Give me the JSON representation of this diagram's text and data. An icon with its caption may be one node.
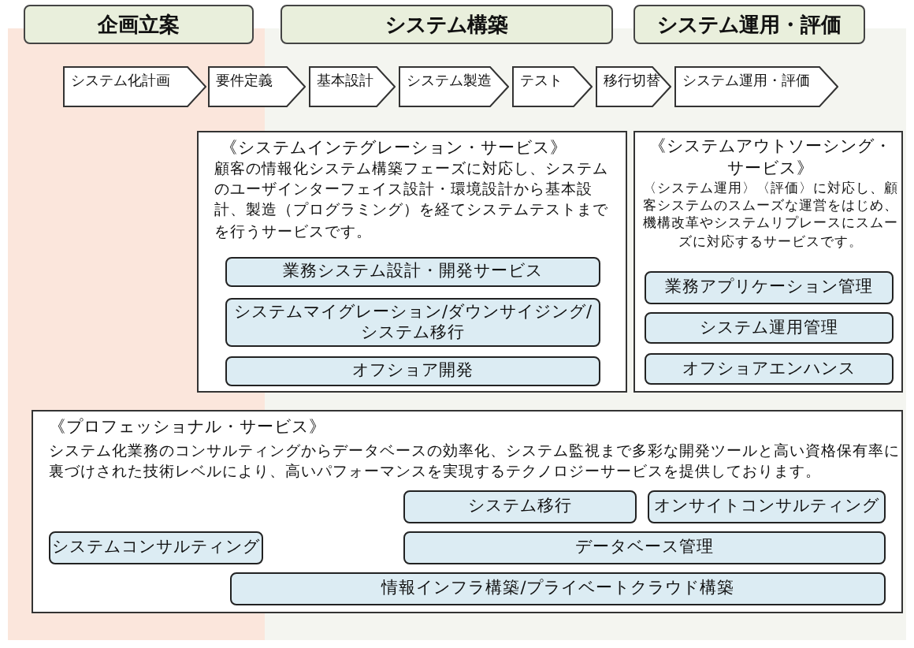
{
  "diagram": {
    "nodes": [
      {
        "text": [
          "企画立案"
        ]
      },
      {
        "text": [
          "システム構築"
        ]
      },
      {
        "text": [
          "システム運用・評価"
        ]
      },
      {
        "text": [
          "システム化計画"
        ]
      },
      {
        "text": [
          "要件定義"
        ]
      },
      {
        "text": [
          "基本設計"
        ]
      },
      {
        "text": [
          "システム製造"
        ]
      },
      {
        "text": [
          "テスト"
        ]
      },
      {
        "text": [
          "移行切替"
        ]
      },
      {
        "text": [
          "システム運用・評価"
        ]
      },
      {
        "text": [
          "《システムインテグレーション・サービス》",
          "顧客の情報化システム構築フェーズに対応し、システムのユーザインターフェイス設計・環境設計から基本設計、製造（プログラミング）を経てシステムテストまでを行うサービスです。"
        ]
      },
      {
        "text": [
          "業務システム設計・開発サービス"
        ],
        "in": 10
      },
      {
        "text": [
          "システムマイグレーション/ダウンサイジング/システム移行"
        ],
        "in": 10
      },
      {
        "text": [
          "オフショア開発"
        ],
        "in": 10
      },
      {
        "text": [
          "《システムアウトソーシング・サービス》",
          "〈システム運用〉〈評価〉に対応し、顧客システムのスムーズな運営をはじめ、機構改革やシステムリプレースにスムーズに対応するサービスです。"
        ]
      },
      {
        "text": [
          "業務アプリケーション管理"
        ],
        "in": 14
      },
      {
        "text": [
          "システム運用管理"
        ],
        "in": 14
      },
      {
        "text": [
          "オフショアエンハンス"
        ],
        "in": 14
      },
      {
        "text": [
          "《プロフェッショナル・サービス》",
          "システム化業務のコンサルティングからデータベースの効率化、システム監視まで多彩な開発ツールと高い資格保有率に裏づけされた技術レベルにより、高いパフォーマンスを実現するテクノロジーサービスを提供しております。"
        ]
      },
      {
        "text": [
          "システム移行"
        ],
        "in": 18
      },
      {
        "text": [
          "オンサイトコンサルティング"
        ],
        "in": 18
      },
      {
        "text": [
          "システムコンサルティング"
        ],
        "in": 18
      },
      {
        "text": [
          "データベース管理"
        ],
        "in": 18
      },
      {
        "text": [
          "情報インフラ構築/プライベートクラウド構築"
        ],
        "in": 18
      }
    ]
  }
}
